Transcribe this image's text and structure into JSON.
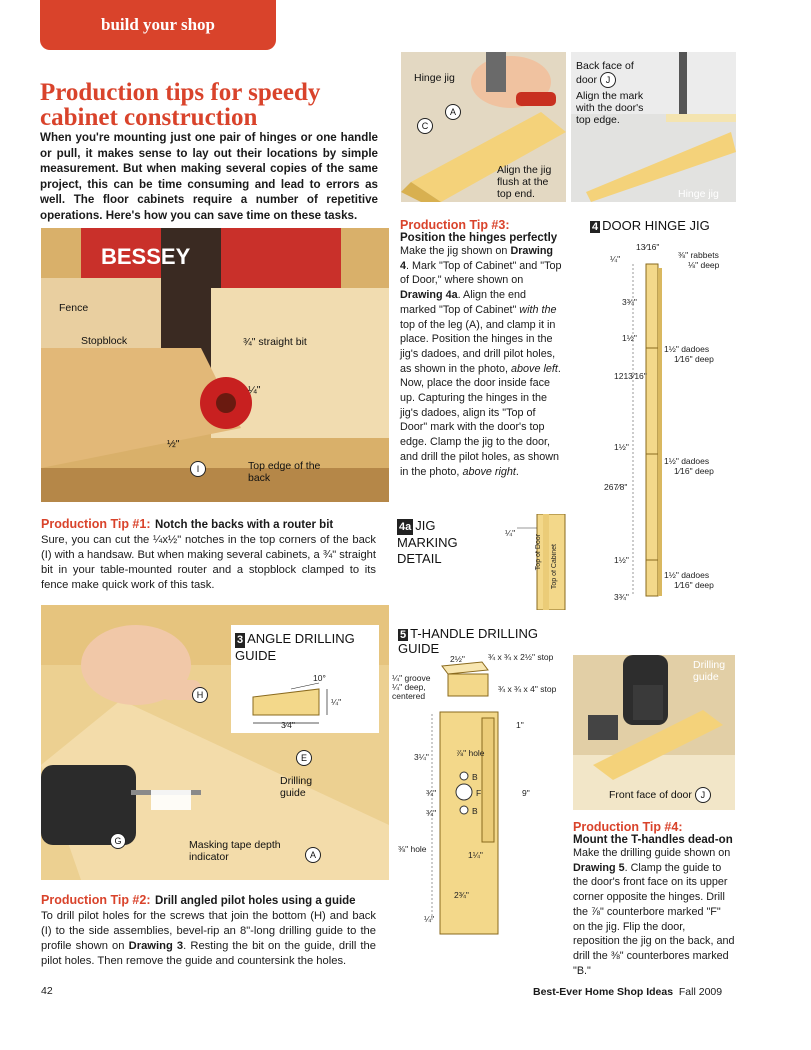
{
  "section_tab": "build your shop",
  "title": "Production tips for speedy cabinet construction",
  "intro": "When you're mounting just one pair of hinges or one handle or pull, it makes sense to lay out their locations by simple measurement. But when making several copies of the same project, this can be time consuming and lead to errors as well. The floor cabinets require a number of repetitive operations. Here's how you can save time on these tasks.",
  "photo1": {
    "fence": "Fence",
    "stopblock": "Stopblock",
    "bit": "¾\" straight bit",
    "quarter": "¼\"",
    "half": "½\"",
    "top_edge": "Top edge of the back",
    "part": "I",
    "brand": "BESSEY"
  },
  "tip1": {
    "heading": "Production Tip #1:",
    "subhead": "Notch the backs with a router bit",
    "body": "Sure, you can cut the ¼x½\" notches in the top corners of the back (I) with a handsaw. But when making several cabinets, a ¾\" straight bit in your table-mounted router and a stopblock clamped to its fence make quick work of this task."
  },
  "photo2": {
    "part_h": "H",
    "part_e": "E",
    "part_g": "G",
    "part_a": "A",
    "drilling_guide": "Drilling guide",
    "masking_tape": "Masking tape depth indicator"
  },
  "drawing3": {
    "num": "3",
    "title": "ANGLE DRILLING GUIDE",
    "angle": "10°",
    "height": "¼\"",
    "length": "3⁄4\""
  },
  "tip2": {
    "heading": "Production Tip #2:",
    "subhead": "Drill angled pilot holes using a guide",
    "body_1": "To drill pilot holes for the screws that join the bottom (H) and back (I) to the side assemblies, bevel-rip an 8\"-long drilling guide to the profile shown on ",
    "body_ref": "Drawing 3",
    "body_2": ". Resting the bit on the guide, drill the pilot holes. Then remove the guide and countersink the holes."
  },
  "photo3": {
    "hinge_jig": "Hinge jig",
    "part_a": "A",
    "part_c": "C",
    "align": "Align the jig flush at the top end."
  },
  "photo4": {
    "back_face": "Back face of door",
    "part_j": "J",
    "align_mark": "Align the mark with the door's top edge.",
    "hinge_jig": "Hinge jig"
  },
  "tip3": {
    "heading": "Production Tip #3:",
    "subhead": "Position the hinges perfectly",
    "p1": "Make the jig shown on ",
    "r1": "Drawing 4",
    "p2": ". Mark \"Top of Cabinet\" and \"Top of Door,\" where shown on ",
    "r2": "Drawing 4a",
    "p3": ". Align the end marked \"Top of Cabinet\" ",
    "i1": "with the",
    "p4": " top of the leg (A), and clamp it in place. Position the hinges in the jig's dadoes, and drill pilot holes, as shown in the photo, ",
    "i2": "above left",
    "p5": ". Now, place the door inside face up. Capturing the hinges in the jig's dadoes, align its \"Top of Door\" mark with the door's top edge. Clamp the jig to the door, and drill the pilot holes, as shown in the photo, ",
    "i3": "above right",
    "p6": "."
  },
  "drawing4": {
    "num": "4",
    "title": "DOOR HINGE JIG",
    "d_top": "13⁄16\"",
    "d_quarter": "¼\"",
    "rabbets": "⅜\" rabbets",
    "rabbets_deep": "⅛\" deep",
    "d_334a": "3¾\"",
    "d_112a": "1½\"",
    "dadoes1": "1½\" dadoes",
    "dadoes1_deep": "1⁄16\" deep",
    "d_1213": "1213⁄16\"",
    "d_112b": "1½\"",
    "dadoes2": "1½\" dadoes",
    "dadoes2_deep": "1⁄16\" deep",
    "d_2678": "267⁄8\"",
    "d_112c": "1½\"",
    "dadoes3": "1½\" dadoes",
    "dadoes3_deep": "1⁄16\" deep",
    "d_334b": "3¾\""
  },
  "drawing4a": {
    "num": "4a",
    "title": "JIG MARKING DETAIL",
    "quarter": "¼\"",
    "top_door": "Top of Door",
    "top_cabinet": "Top of Cabinet"
  },
  "drawing5": {
    "num": "5",
    "title": "T-HANDLE DRILLING GUIDE",
    "d_212": "2½\"",
    "stop1": "¾ x ¾ x 2½\" stop",
    "groove": "¼\" groove ¼\" deep, centered",
    "stop2": "¾ x ¾ x 4\" stop",
    "d_1": "1\"",
    "hole78": "⅞\" hole",
    "d_314": "3¼\"",
    "label_b1": "B",
    "label_f": "F",
    "label_b2": "B",
    "d_34a": "¾\"",
    "d_34b": "¾\"",
    "d_9": "9\"",
    "hole38": "⅜\" hole",
    "d_114": "1¼\"",
    "d_234": "2¾\"",
    "d_14": "¼\""
  },
  "photo5": {
    "drilling_guide": "Drilling guide",
    "front_face": "Front face of door",
    "part_j": "J"
  },
  "tip4": {
    "heading": "Production Tip #4:",
    "subhead": "Mount the T-handles dead-on",
    "p1": "Make the drilling guide shown on ",
    "r1": "Drawing 5",
    "p2": ". Clamp the guide to the door's front face on its upper corner opposite the hinges. Drill the ⅞\" counterbore marked \"F\" on the jig. Flip the door, reposition the jig on the back, and drill the ⅜\" counterbores marked \"B.\""
  },
  "footer": {
    "page": "42",
    "magazine": "Best-Ever Home Shop Ideas",
    "issue": "Fall 2009"
  }
}
